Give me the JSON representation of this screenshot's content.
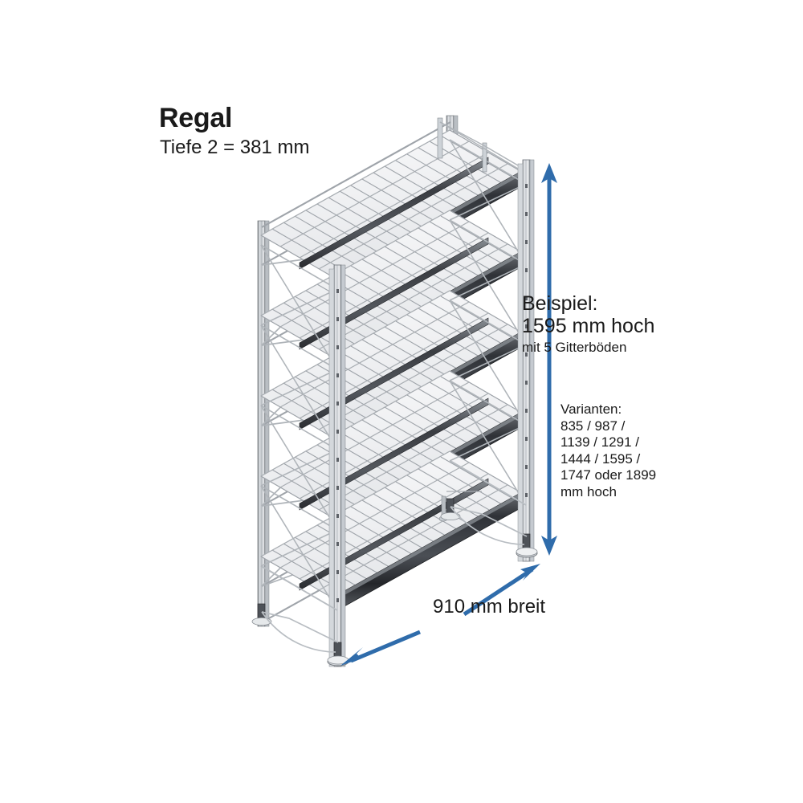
{
  "product": {
    "title": "Regal",
    "depth_line": "Tiefe 2 = 381 mm"
  },
  "example": {
    "label": "Beispiel:",
    "height": "1595 mm hoch",
    "note": "mit 5 Gitterböden"
  },
  "variants": {
    "label": "Varianten:",
    "line1": "835 / 987 /",
    "line2": "1139 / 1291 /",
    "line3": "1444 / 1595 /",
    "line4": "1747 oder 1899",
    "line5": "mm hoch",
    "text": "Varianten:\n835 / 987 /\n1139 / 1291 /\n1444 / 1595 /\n1747 oder 1899\nmm hoch"
  },
  "dimensions": {
    "width_label": "910 mm breit",
    "height_arrow": "height-dimension-arrow",
    "width_arrow": "width-dimension-arrow"
  },
  "colors": {
    "arrow_blue": "#2f6cab",
    "text": "#1a1a1a",
    "metal_light": "#d8dade",
    "metal_mid": "#a9adb3",
    "metal_dark": "#4a4d52",
    "beam_dark": "#3b3e43",
    "wire": "#9aa0a6",
    "background": "#ffffff"
  },
  "illustration": {
    "name": "wire-shelving-unit-isometric",
    "shelf_count": 5,
    "description": "Isometrische CAD-Darstellung eines Gitterboden-Regals"
  }
}
